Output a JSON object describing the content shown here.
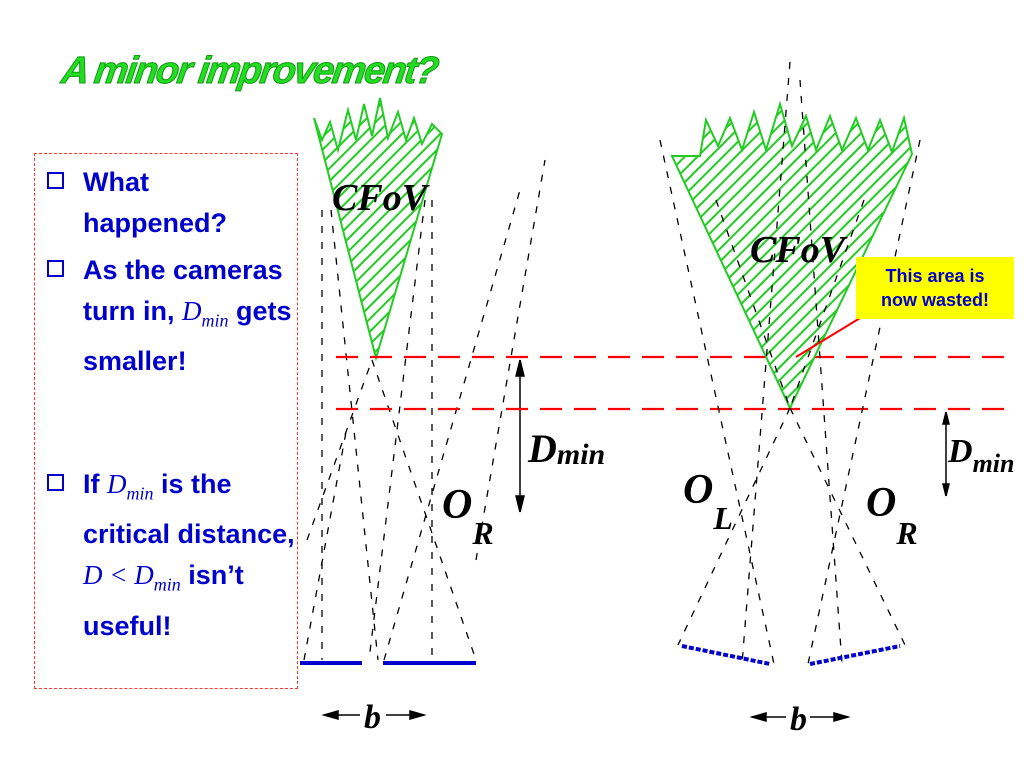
{
  "slide": {
    "title": "A minor improvement?"
  },
  "bullets": [
    {
      "pre": "What happened?",
      "sym": "",
      "sub": "",
      "post": ""
    },
    {
      "pre": "As the cameras turn in, ",
      "sym": "D",
      "sub": "min",
      "post": " gets smaller!"
    },
    {
      "pre": " If ",
      "sym": "D",
      "sub": "min",
      "post": " is the critical distance, "
    },
    {
      "pre": "",
      "sym": "D < D",
      "sub": "min",
      "post": " isn’t useful!"
    }
  ],
  "diagram_left": {
    "cfov_label": "CFoV",
    "dmin_label": "D",
    "dmin_sub": "min",
    "or_label": "O",
    "or_sub": "R",
    "baseline_label": "b"
  },
  "diagram_right": {
    "cfov_label": "CFoV",
    "dmin_label": "D",
    "dmin_sub": "min",
    "ol_label": "O",
    "ol_sub": "L",
    "or_label": "O",
    "or_sub": "R",
    "baseline_label": "b"
  },
  "callout": {
    "text_line1": "This area is",
    "text_line2": "now wasted!"
  },
  "colors": {
    "title": "#22dd22",
    "bullet_text": "#0000cc",
    "hatch": "#22cc22",
    "dashed_red": "#ff0000",
    "sensor": "#0000cc",
    "callout_bg": "#ffff00"
  }
}
